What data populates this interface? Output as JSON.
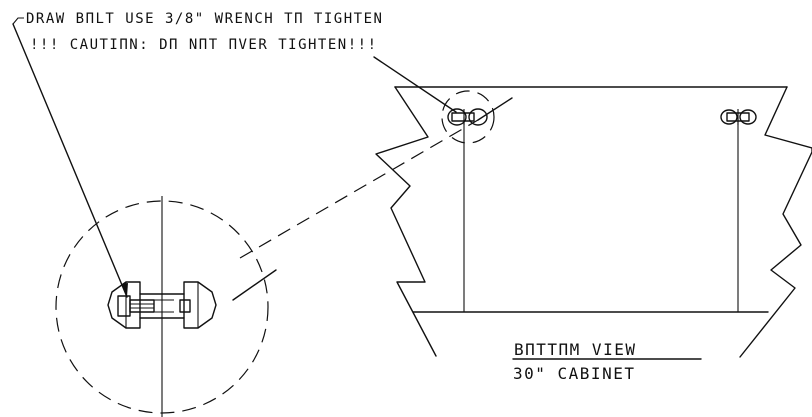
{
  "notes": {
    "line1": "DRAW BΠLT USE 3/8\" WRENCH TΠ TIGHTEN",
    "line2": "!!! CAUTIΠN: DΠ NΠT ΠVER TIGHTEN!!!"
  },
  "view_label": {
    "title": "BΠTTΠM VIEW",
    "subtitle": "30\" CABINET"
  },
  "colors": {
    "line": "#111111",
    "background": "#ffffff"
  }
}
